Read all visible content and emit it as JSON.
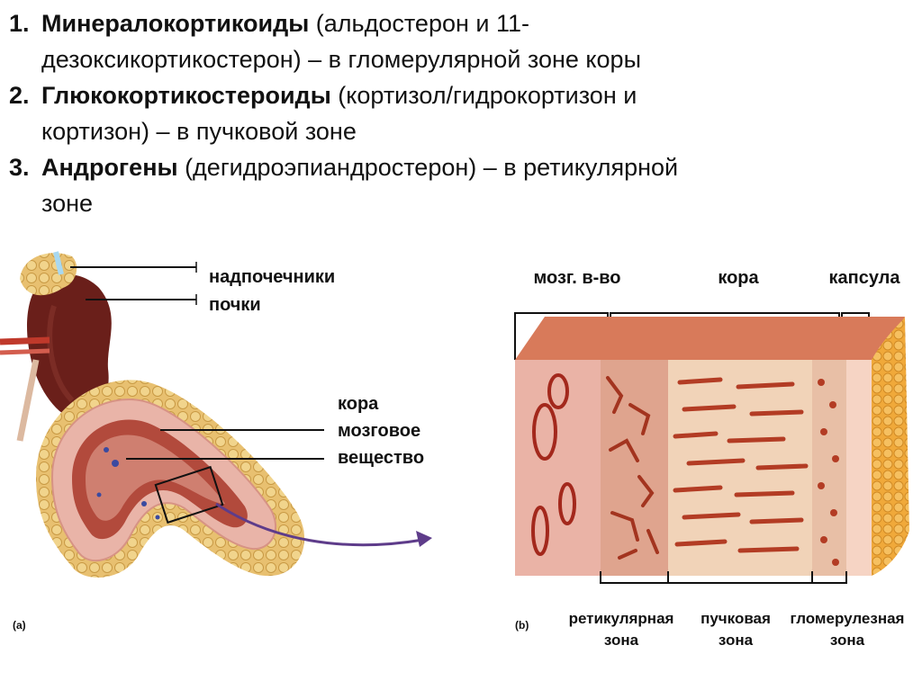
{
  "list": [
    {
      "num": "1.",
      "bold": "Минералокортикоиды",
      "lines": [
        " (альдостерон и 11-",
        "дезоксикортикостерон) – в гломерулярной зоне коры"
      ]
    },
    {
      "num": "2.",
      "bold": "Глюкокортикостероиды",
      "lines": [
        " (кортизол/гидрокортизон и",
        "кортизон) – в пучковой зоне"
      ]
    },
    {
      "num": "3.",
      "bold": "Андрогены",
      "lines": [
        " (дегидроэпиандростерон) – в ретикулярной",
        "зоне"
      ]
    }
  ],
  "figure_a": {
    "adrenal_label": "надпочечники",
    "kidney_label": "почки",
    "cortex_label": "кора",
    "medulla_label_1": "мозговое",
    "medulla_label_2": "вещество",
    "panel": "(a)"
  },
  "figure_b": {
    "medulla_label": "мозг. в-во",
    "cortex_label": "кора",
    "capsule_label": "капсула",
    "reticular_1": "ретикулярная",
    "reticular_2": "зона",
    "fascicular_1": "пучковая",
    "fascicular_2": "зона",
    "glomerular_1": "гломерулезная",
    "glomerular_2": "зона",
    "panel": "(b)"
  },
  "colors": {
    "cortex_pink": "#e9b4a8",
    "medulla_red": "#b24a3c",
    "fat_yellow": "#e8c070",
    "kidney": "#6a1f1a",
    "arrow": "#5e3c8a"
  }
}
